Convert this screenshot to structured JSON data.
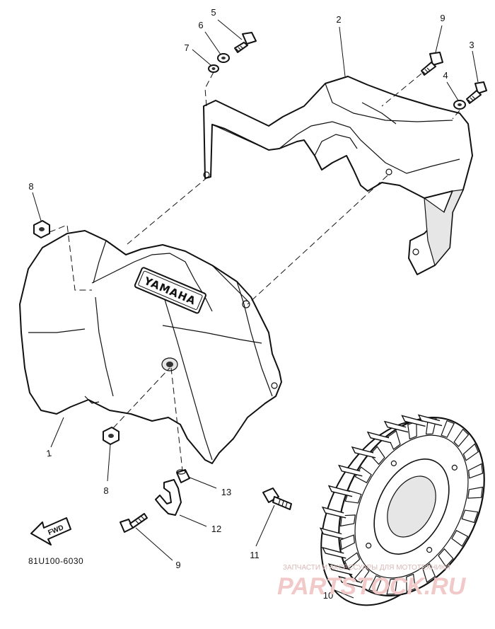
{
  "callouts": [
    {
      "id": "c1",
      "label": "1"
    },
    {
      "id": "c2",
      "label": "2"
    },
    {
      "id": "c3",
      "label": "3"
    },
    {
      "id": "c4",
      "label": "4"
    },
    {
      "id": "c5",
      "label": "5"
    },
    {
      "id": "c6",
      "label": "6"
    },
    {
      "id": "c7",
      "label": "7"
    },
    {
      "id": "c8a",
      "label": "8"
    },
    {
      "id": "c8b",
      "label": "8"
    },
    {
      "id": "c9a",
      "label": "9"
    },
    {
      "id": "c9b",
      "label": "9"
    },
    {
      "id": "c10",
      "label": "10"
    },
    {
      "id": "c11",
      "label": "11"
    },
    {
      "id": "c12",
      "label": "12"
    },
    {
      "id": "c13",
      "label": "13"
    }
  ],
  "logo_text": "YAMAHA",
  "fwd_label": "FWD",
  "diagram_code": "81U100-6030",
  "watermark": {
    "small": "ЗАПЧАСТИ И АКСЕССУАРЫ ДЛЯ МОТОТЕХНИКИ",
    "big": "PARTSTOCK.RU"
  }
}
